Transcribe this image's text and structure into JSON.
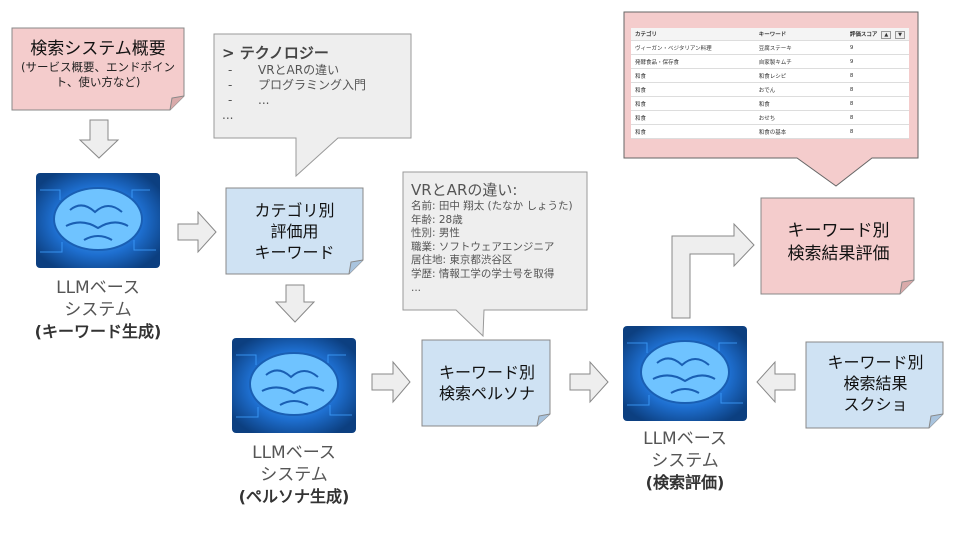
{
  "notes": {
    "search_system": {
      "title": "検索システム概要",
      "sub": "(サービス概要、エンドポイント、使い方など)"
    },
    "category_keywords": {
      "line1": "カテゴリ別",
      "line2": "評価用",
      "line3": "キーワード"
    },
    "persona": {
      "line1": "キーワード別",
      "line2": "検索ペルソナ"
    },
    "screenshot": {
      "line1": "キーワード別",
      "line2": "検索結果",
      "line3": "スクショ"
    },
    "evaluation": {
      "line1": "キーワード別",
      "line2": "検索結果評価"
    }
  },
  "llm_systems": [
    {
      "line1": "LLMベース",
      "line2": "システム",
      "line3": "(キーワード生成)"
    },
    {
      "line1": "LLMベース",
      "line2": "システム",
      "line3": "(ペルソナ生成)"
    },
    {
      "line1": "LLMベース",
      "line2": "システム",
      "line3": "(検索評価)"
    }
  ],
  "bubble_tech": {
    "head": "> テクノロジー",
    "items": [
      "VRとARの違い",
      "プログラミング入門",
      "..."
    ],
    "ellipsis": "..."
  },
  "bubble_persona": {
    "head": "VRとARの違い:",
    "lines": [
      "名前: 田中 翔太 (たなか しょうた)",
      "年齢: 28歳",
      "性別: 男性",
      "職業: ソフトウェアエンジニア",
      "居住地: 東京都渋谷区",
      "学歴: 情報工学の学士号を取得",
      "..."
    ]
  },
  "table": {
    "headers": [
      "カテゴリ",
      "キーワード",
      "評価スコア"
    ],
    "rows": [
      [
        "ヴィーガン・ベジタリアン料理",
        "豆腐ステーキ",
        "9"
      ],
      [
        "発酵食品・保存食",
        "自家製キムチ",
        "9"
      ],
      [
        "和食",
        "和食レシピ",
        "8"
      ],
      [
        "和食",
        "おでん",
        "8"
      ],
      [
        "和食",
        "和食",
        "8"
      ],
      [
        "和食",
        "おせち",
        "8"
      ],
      [
        "和食",
        "和食の基本",
        "8"
      ]
    ],
    "sort_up": "▲",
    "sort_down": "▼"
  },
  "colors": {
    "pink_note": "#f4cccc",
    "blue_note": "#cfe2f3",
    "gray_bubble": "#eeeeee",
    "arrow_fill": "#eeeeee",
    "arrow_stroke": "#888888",
    "brain_bg": "#0c3f80"
  }
}
